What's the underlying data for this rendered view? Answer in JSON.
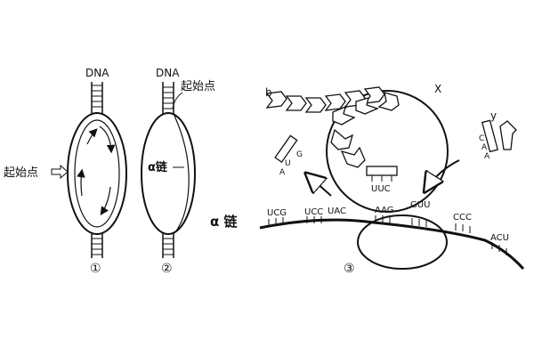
{
  "panel1": {
    "top_label": "DNA",
    "origin_label": "起始点",
    "number": "①"
  },
  "panel2": {
    "top_label": "DNA",
    "origin_label": "起始点",
    "alpha_chain_label": "α链",
    "number": "②"
  },
  "panel3": {
    "number": "③",
    "alpha_chain_label": "α 链",
    "label_b": "b",
    "label_x": "X",
    "label_y": "y",
    "mrna_codons": [
      "UCG",
      "UCC",
      "UAC",
      "AAG",
      "GUU",
      "CCC",
      "ACU"
    ],
    "anticodon_center": "UUC",
    "left_trna_letters": [
      "U",
      "G",
      "A"
    ],
    "right_trna_letters": [
      "C",
      "A",
      "A"
    ]
  }
}
